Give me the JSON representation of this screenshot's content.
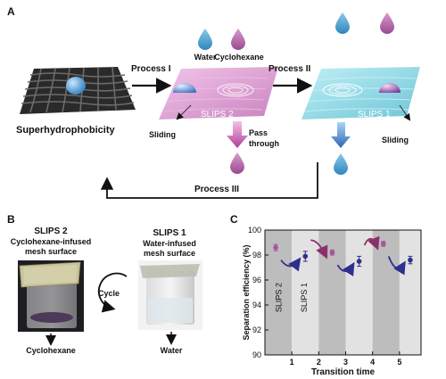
{
  "panel_a": {
    "label": "A",
    "water": "Water",
    "cyclohexane": "Cyclohexane",
    "process1": "Process I",
    "process2": "Process II",
    "process3": "Process III",
    "superhydrophobicity": "Superhydrophobicity",
    "slips2": "SLIPS 2",
    "slips1": "SLIPS 1",
    "sliding_left": "Sliding",
    "sliding_right": "Sliding",
    "pass": "Pass",
    "through": "through"
  },
  "panel_b": {
    "label": "B",
    "slips2_title": "SLIPS 2",
    "slips2_line1": "Cyclohexane-infused",
    "slips2_line2": "mesh surface",
    "slips1_title": "SLIPS 1",
    "slips1_line1": "Water-infused",
    "slips1_line2": "mesh surface",
    "cycle": "Cycle",
    "out_left": "Cyclohexane",
    "out_right": "Water"
  },
  "panel_c": {
    "label": "C",
    "slips2_band": "SLIPS 2",
    "slips1_band": "SLIPS 1"
  },
  "colors": {
    "water": "#3d95c8",
    "cyclohexane": "#a5559a",
    "slips2_pink": "#e2a7d8",
    "slips1_cyan": "#8fd6e2",
    "arrow_purple": "#8b2f6c",
    "arrow_navy": "#2f2f8e"
  },
  "chart_data": {
    "type": "scatter",
    "xlabel": "Transition time",
    "ylabel": "Separation efficiency (%)",
    "xlim": [
      0,
      5.8
    ],
    "ylim": [
      90,
      100
    ],
    "xticks": [
      "1",
      "2",
      "3",
      "4",
      "5"
    ],
    "yticks": [
      "90",
      "92",
      "94",
      "96",
      "98",
      "100"
    ],
    "grid": false,
    "series": [
      {
        "color": "#a5559a",
        "x": [
          0.4,
          2.5,
          4.4
        ],
        "y": [
          98.6,
          98.2,
          98.9
        ],
        "err": [
          0.25,
          0.2,
          0.2
        ]
      },
      {
        "color": "#2f2f8e",
        "x": [
          1.5,
          3.5,
          5.4
        ],
        "y": [
          97.9,
          97.5,
          97.6
        ],
        "err": [
          0.4,
          0.4,
          0.3
        ]
      }
    ]
  }
}
